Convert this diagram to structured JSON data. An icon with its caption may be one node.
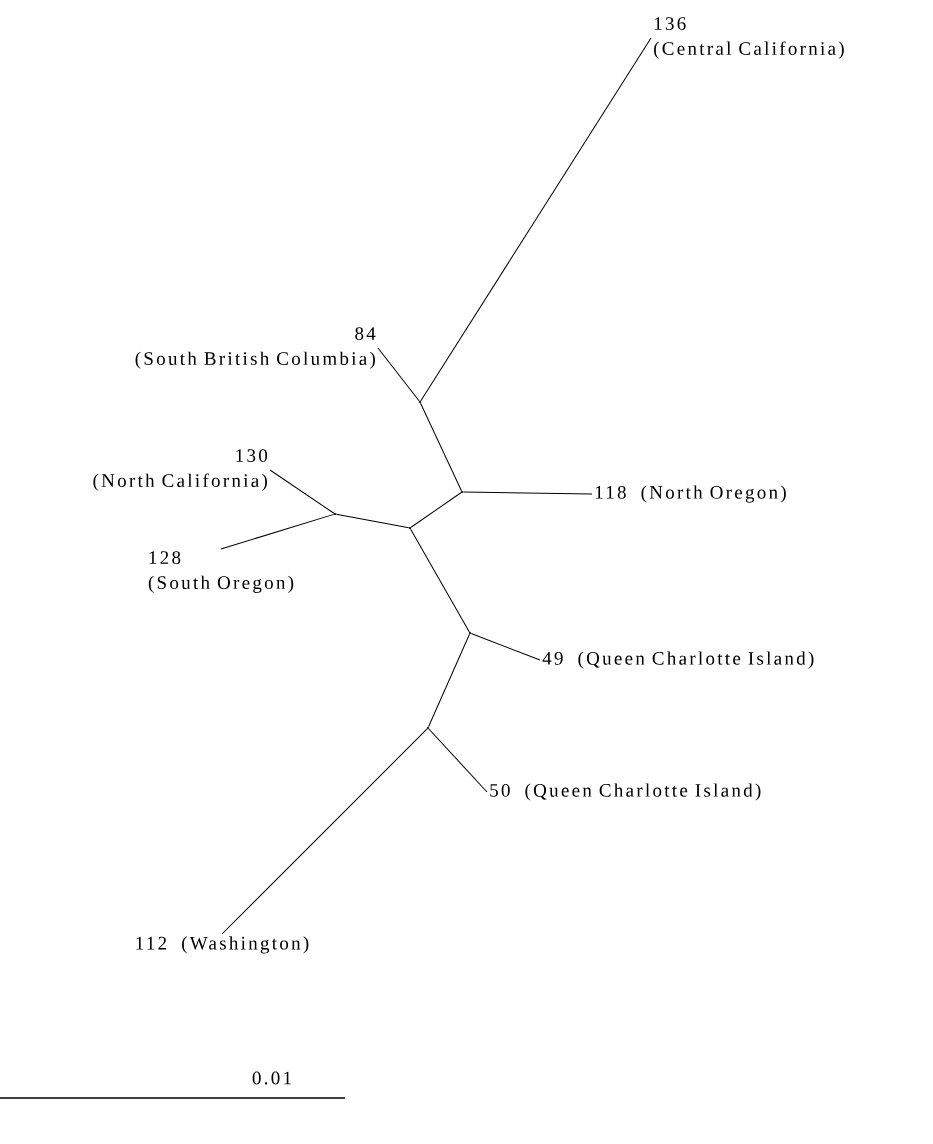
{
  "diagram": {
    "nodes": [
      {
        "text": [
          "136",
          "(Central California)"
        ]
      },
      {
        "text": [
          "84",
          "(South British Columbia)"
        ]
      },
      {
        "text": [
          "130",
          "(North California)"
        ]
      },
      {
        "text": [
          "118",
          "(North Oregon)"
        ]
      },
      {
        "text": [
          "128",
          "(South Oregon)"
        ]
      },
      {
        "text": [
          "49",
          "(Queen Charlotte Island)"
        ]
      },
      {
        "text": [
          "50",
          "(Queen Charlotte Island)"
        ]
      },
      {
        "text": [
          "112",
          "(Washington)"
        ]
      },
      {
        "text": [],
        "shape": "point"
      },
      {
        "text": [],
        "shape": "point"
      },
      {
        "text": [],
        "shape": "point"
      },
      {
        "text": [],
        "shape": "point"
      },
      {
        "text": [],
        "shape": "point"
      },
      {
        "text": [],
        "shape": "point"
      }
    ],
    "edges": [
      {
        "from": 8,
        "to": 0,
        "arrow": "none"
      },
      {
        "from": 8,
        "to": 1,
        "arrow": "none"
      },
      {
        "from": 8,
        "to": 9,
        "arrow": "none"
      },
      {
        "from": 9,
        "to": 3,
        "arrow": "none"
      },
      {
        "from": 9,
        "to": 10,
        "arrow": "none"
      },
      {
        "from": 10,
        "to": 11,
        "arrow": "none"
      },
      {
        "from": 11,
        "to": 2,
        "arrow": "none"
      },
      {
        "from": 11,
        "to": 4,
        "arrow": "none"
      },
      {
        "from": 10,
        "to": 12,
        "arrow": "none"
      },
      {
        "from": 12,
        "to": 5,
        "arrow": "none"
      },
      {
        "from": 12,
        "to": 13,
        "arrow": "none"
      },
      {
        "from": 13,
        "to": 6,
        "arrow": "none"
      },
      {
        "from": 13,
        "to": 7,
        "arrow": "none"
      }
    ],
    "labels": [
      "0.01"
    ]
  }
}
